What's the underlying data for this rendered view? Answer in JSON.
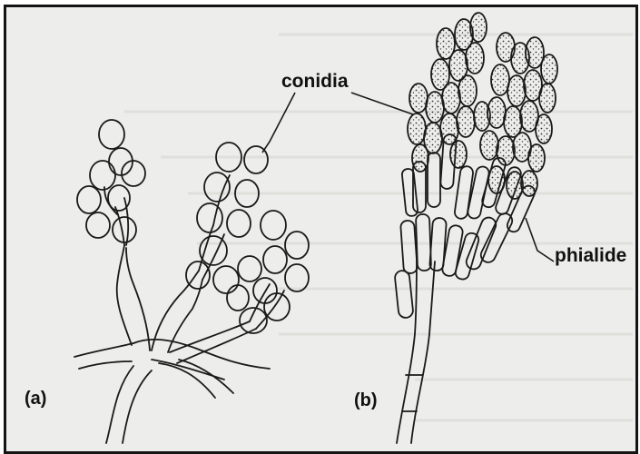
{
  "figure": {
    "labels": {
      "conidia": "conidia",
      "phialide": "phialide",
      "panel_a": "(a)",
      "panel_b": "(b)"
    },
    "colors": {
      "background": "#ededeb",
      "ink": "#1a1a1a",
      "frame": "#141414"
    }
  }
}
